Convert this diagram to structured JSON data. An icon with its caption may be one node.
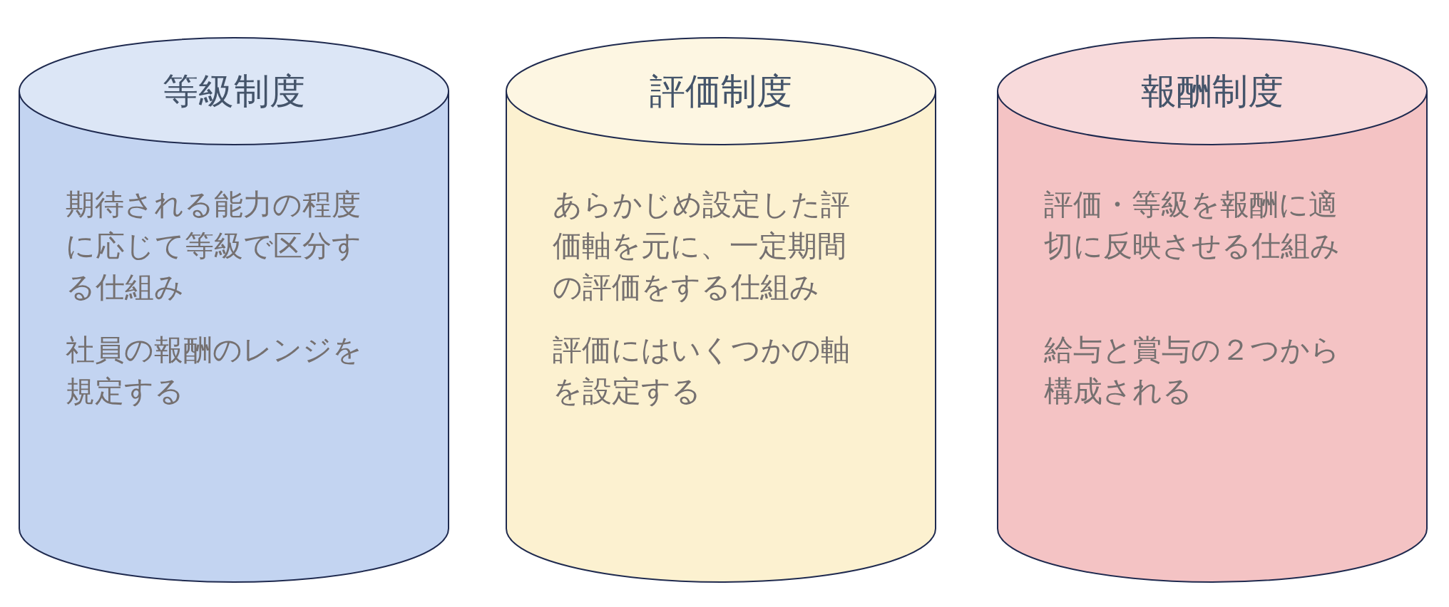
{
  "diagram": {
    "nodes": [
      {
        "text": [
          "等級制度",
          "期待される能力の程度に応じて等級で区分する仕組み",
          "社員の報酬のレンジを規定する"
        ]
      },
      {
        "text": [
          "評価制度",
          "あらかじめ設定した評価軸を元に、一定期間の評価をする仕組み",
          "評価にはいくつかの軸を設定する"
        ]
      },
      {
        "text": [
          "報酬制度",
          "評価・等級を報酬に適切に反映させる仕組み",
          "給与と賞与の２つから構成される"
        ]
      }
    ]
  }
}
